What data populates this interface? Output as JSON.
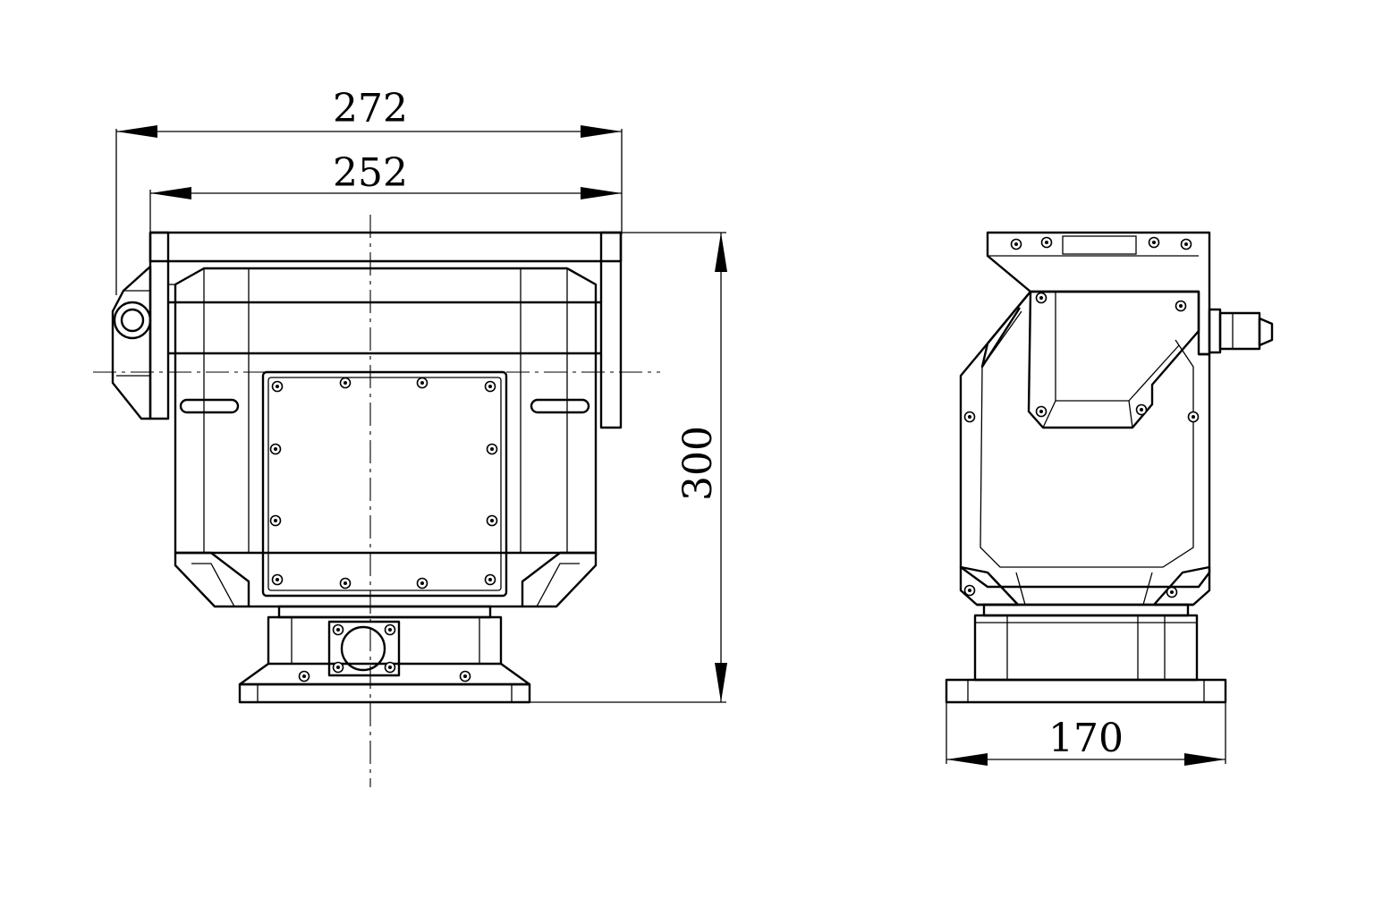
{
  "drawing": {
    "dimensions": {
      "overall_width": "272",
      "bracket_width": "252",
      "height": "300",
      "side_depth": "170"
    }
  }
}
